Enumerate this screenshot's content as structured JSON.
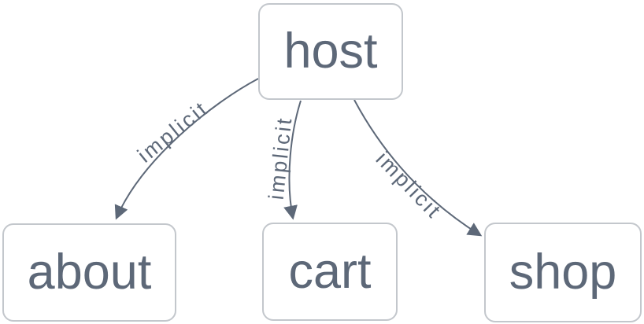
{
  "diagram": {
    "type": "dependency-graph",
    "nodes": [
      {
        "id": "host",
        "label": "host"
      },
      {
        "id": "about",
        "label": "about"
      },
      {
        "id": "cart",
        "label": "cart"
      },
      {
        "id": "shop",
        "label": "shop"
      }
    ],
    "edges": [
      {
        "from": "host",
        "to": "about",
        "label": "implicit"
      },
      {
        "from": "host",
        "to": "cart",
        "label": "implicit"
      },
      {
        "from": "host",
        "to": "shop",
        "label": "implicit"
      }
    ],
    "colors": {
      "background": "#ffffff",
      "node_background": "#ffffff",
      "node_border": "#c3c7cc",
      "node_text": "#5d6878",
      "edge_stroke": "#5d6878",
      "edge_label_text": "#5d6878"
    }
  }
}
